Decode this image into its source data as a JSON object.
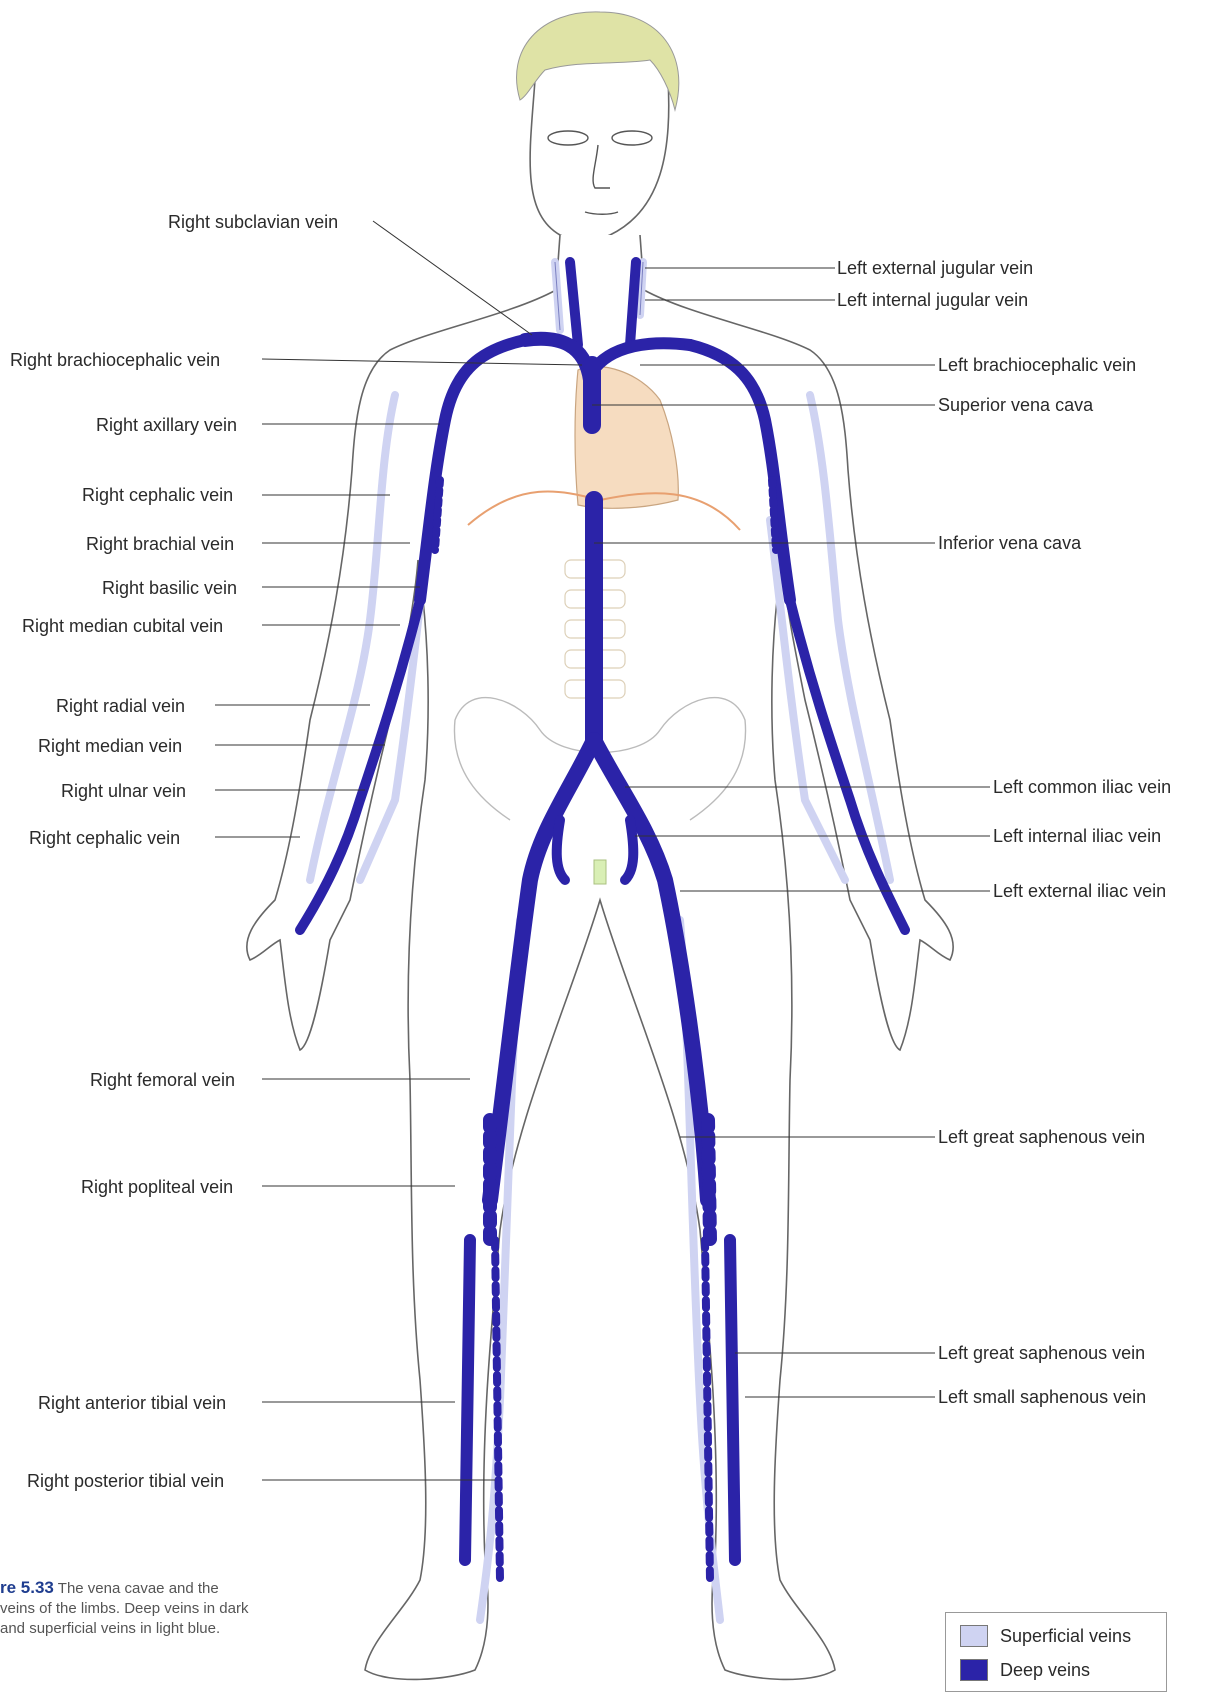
{
  "colors": {
    "deep": "#2b23a8",
    "superficial": "#cfd3f2",
    "hair": "#dfe3a6",
    "heart": "#f6dcc0",
    "outline": "#555555"
  },
  "labels_left": [
    {
      "text": "Right subclavian vein"
    },
    {
      "text": "Right brachiocephalic vein"
    },
    {
      "text": "Right axillary vein"
    },
    {
      "text": "Right cephalic vein"
    },
    {
      "text": "Right brachial vein"
    },
    {
      "text": "Right basilic vein"
    },
    {
      "text": "Right median cubital vein"
    },
    {
      "text": "Right radial vein"
    },
    {
      "text": "Right median vein"
    },
    {
      "text": "Right ulnar vein"
    },
    {
      "text": "Right cephalic vein"
    },
    {
      "text": "Right femoral vein"
    },
    {
      "text": "Right popliteal vein"
    },
    {
      "text": "Right anterior tibial vein"
    },
    {
      "text": "Right posterior tibial vein"
    }
  ],
  "labels_right": [
    {
      "text": "Left external jugular vein"
    },
    {
      "text": "Left internal jugular vein"
    },
    {
      "text": "Left brachiocephalic vein"
    },
    {
      "text": "Superior vena cava"
    },
    {
      "text": "Inferior vena cava"
    },
    {
      "text": "Left common iliac vein"
    },
    {
      "text": "Left internal iliac vein"
    },
    {
      "text": "Left external iliac vein"
    },
    {
      "text": "Left great saphenous vein"
    },
    {
      "text": "Left great saphenous vein"
    },
    {
      "text": "Left small saphenous vein"
    }
  ],
  "caption": {
    "figure_no": "re 5.33",
    "line1": " The vena cavae and the",
    "line2": "veins of the limbs. Deep veins in dark",
    "line3": "and superficial veins in light blue."
  },
  "legend": {
    "superficial": "Superficial veins",
    "deep": "Deep veins"
  }
}
